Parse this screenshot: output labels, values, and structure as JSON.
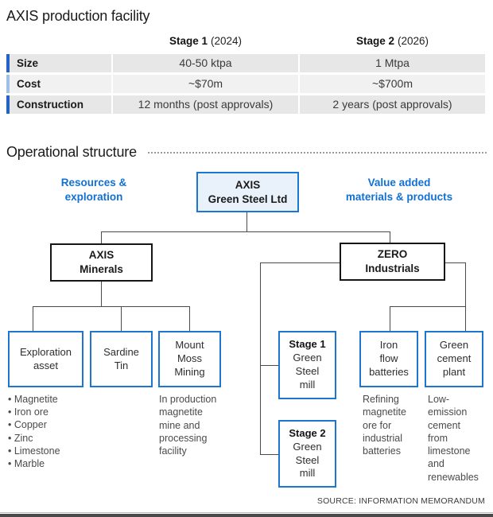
{
  "header": {
    "title": "AXIS production facility"
  },
  "table": {
    "col_headers": [
      {
        "stage": "Stage 1",
        "year": "(2024)"
      },
      {
        "stage": "Stage 2",
        "year": "(2026)"
      }
    ],
    "rows": [
      {
        "label": "Size",
        "stage1": "40-50 ktpa",
        "stage2": "1 Mtpa"
      },
      {
        "label": "Cost",
        "stage1": "~$70m",
        "stage2": "~$700m"
      },
      {
        "label": "Construction",
        "stage1": "12 months (post approvals)",
        "stage2": "2 years (post approvals)"
      }
    ]
  },
  "org": {
    "section_title": "Operational structure",
    "left_heading": "Resources &\nexploration",
    "right_heading": "Value added\nmaterials & products",
    "root_box": "AXIS\nGreen Steel Ltd",
    "axis_minerals": "AXIS\nMinerals",
    "zero_industrials": "ZERO\nIndustrials",
    "exploration_asset": "Exploration\nasset",
    "sardine_tin": "Sardine\nTin",
    "mount_moss": "Mount\nMoss\nMining",
    "stage1_title": "Stage 1",
    "stage1_body": "Green\nSteel\nmill",
    "stage2_title": "Stage 2",
    "stage2_body": "Green\nSteel\nmill",
    "iron_flow": "Iron\nflow\nbatteries",
    "green_cement": "Green\ncement\nplant",
    "minerals_list": [
      "Magnetite",
      "Iron ore",
      "Copper",
      "Zinc",
      "Limestone",
      "Marble"
    ],
    "mount_moss_caption": "In production\nmagnetite\nmine and\nprocessing\nfacility",
    "iron_flow_caption": "Refining\nmagnetite\nore for\nindustrial\nbatteries",
    "green_cement_caption": "Low-\nemission\ncement\nfrom\nlimestone\nand\nrenewables"
  },
  "footer": {
    "source": "SOURCE: INFORMATION MEMORANDUM"
  },
  "colors": {
    "accent_blue": "#1170d2",
    "box_border_blue": "#1d76d2",
    "black_box_border": "#161616",
    "root_fill": "#e9f1fb",
    "bar_dark": "#2263c3",
    "bar_light": "#9cc0e8",
    "row_gray_dark": "#e7e7e7",
    "row_gray_light": "#f1f1f1",
    "line": "#4a4a4a",
    "bottom_bar": "#4a4a4a"
  }
}
